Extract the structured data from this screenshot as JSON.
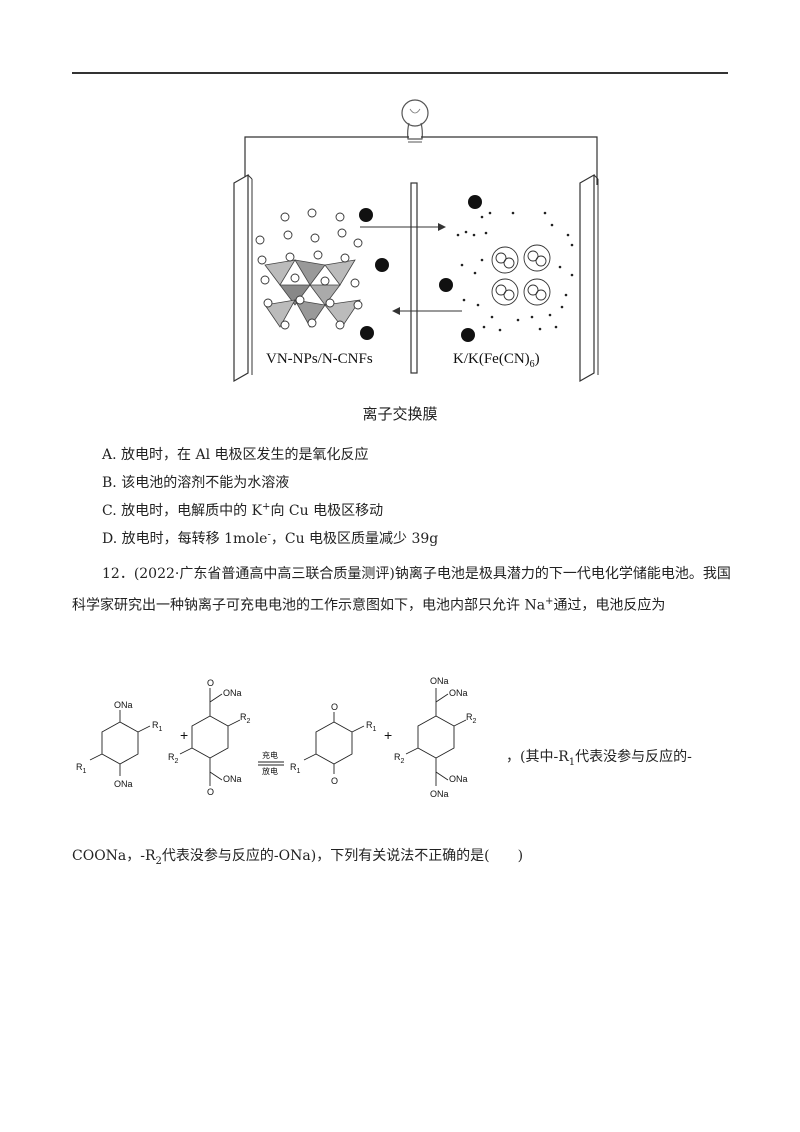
{
  "figure1": {
    "left_label": "VN-NPs/N-CNFs",
    "right_label_main": "K/K(Fe(CN)",
    "right_label_sub": "6",
    "right_label_close": ")",
    "caption": "离子交换膜"
  },
  "options": [
    {
      "letter": "A.",
      "pre": "放电时，在 Al 电极区发生的是氧化反应"
    },
    {
      "letter": "B.",
      "pre": "该电池的溶剂不能为水溶液"
    },
    {
      "letter": "C.",
      "pre": "放电时，电解质中的 K",
      "sup": "+",
      "post": "向 Cu 电极区移动"
    },
    {
      "letter": "D.",
      "pre": "放电时，每转移 1mole",
      "sup": "-",
      "post": "，Cu 电极区质量减少 39g"
    }
  ],
  "question12": {
    "line1": "12．(2022·广东省普通高中高三联合质量测评)钠离子电池是极具潜力的下一代电化学储能电池。我国",
    "line2_pre": "科学家研究出一种钠离子可充电电池的工作示意图如下，电池内部只允许 Na",
    "line2_sup": "+",
    "line2_post": "通过，电池反应为"
  },
  "reaction": {
    "ona": "ONa",
    "oona": "O",
    "r1": "R",
    "r1_sub": "1",
    "r2": "R",
    "r2_sub": "2",
    "plus": "+",
    "arrow_top": "充电",
    "arrow_bottom": "放电",
    "o": "O",
    "tail_pre": "，(其中-R",
    "tail_sub": "1",
    "tail_post": "代表没参与反应的-"
  },
  "continuation": {
    "pre": "COONa，-R",
    "sub": "2",
    "post": "代表没参与反应的-ONa)，下列有关说法不正确的是(　　)"
  }
}
